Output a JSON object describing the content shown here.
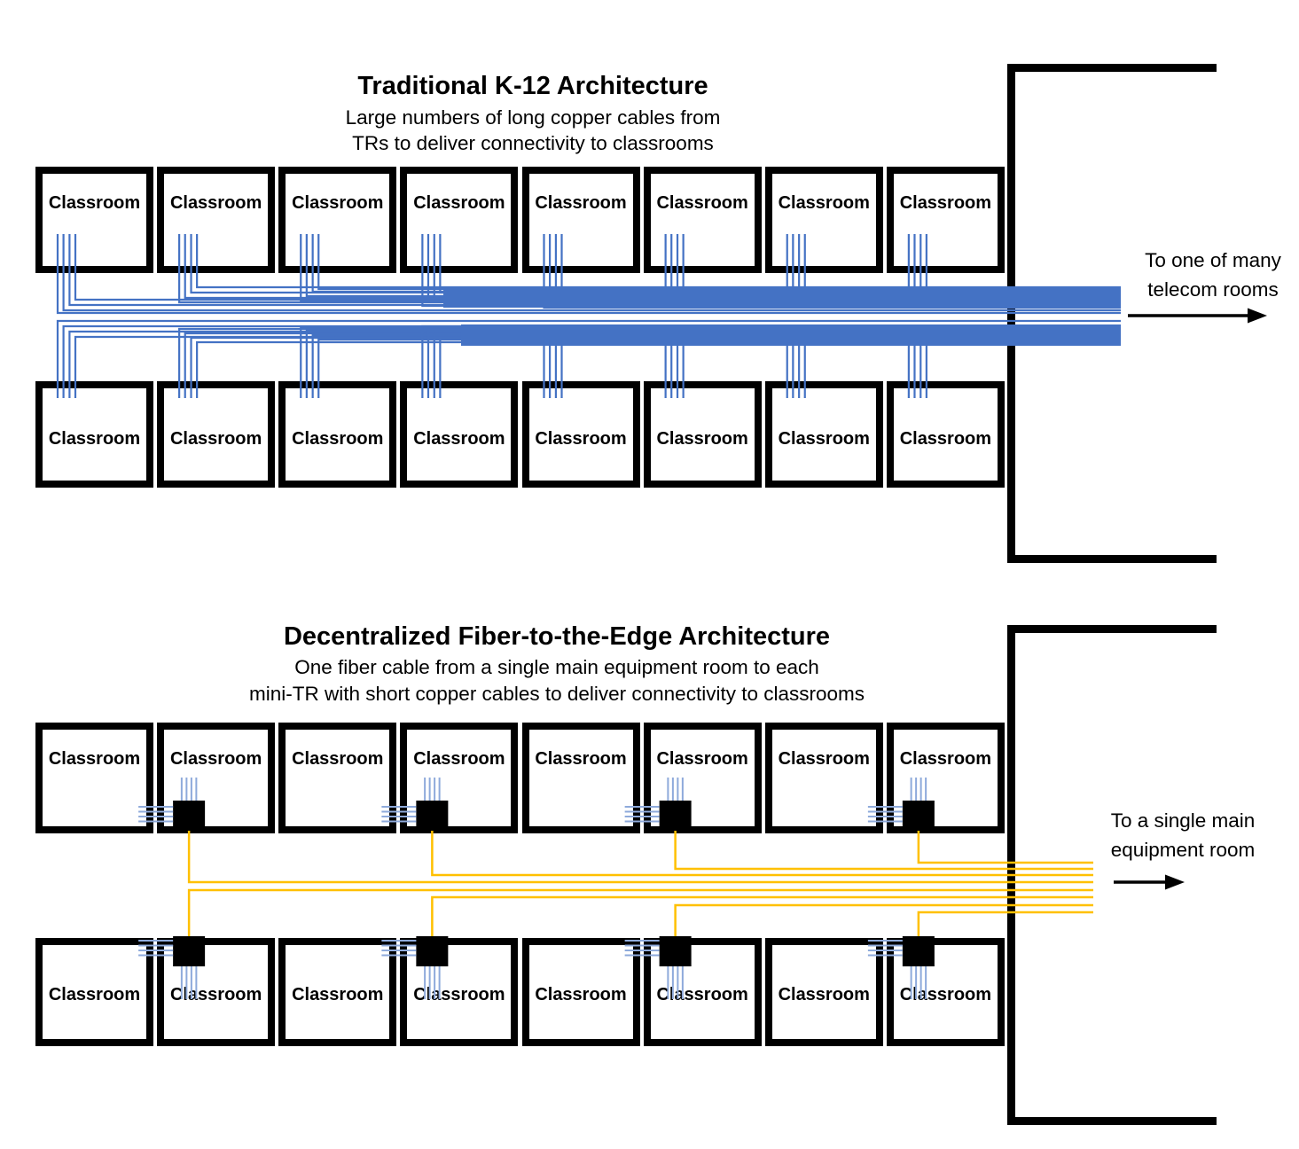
{
  "top_diagram": {
    "title": "Traditional K-12 Architecture",
    "subtitle_line1": "Large numbers of long copper cables from",
    "subtitle_line2": "TRs to deliver connectivity to classrooms",
    "classroom_label": "Classroom",
    "classrooms_per_row": 8,
    "rows": 2,
    "cables_per_classroom": 4,
    "destination_line1": "To one of many",
    "destination_line2": "telecom rooms",
    "cable_color": "#4472C4",
    "bundle_color": "#4472C4"
  },
  "bottom_diagram": {
    "title": "Decentralized Fiber-to-the-Edge Architecture",
    "subtitle_line1": "One fiber cable from a single main equipment room to each",
    "subtitle_line2": "mini-TR with short copper cables to deliver connectivity to classrooms",
    "classroom_label": "Classroom",
    "classrooms_per_row": 8,
    "rows": 2,
    "mini_tr_count": 8,
    "fibers_per_mini_tr": 1,
    "destination_line1": "To a single main",
    "destination_line2": "equipment room",
    "fiber_color": "#FFC000",
    "short_copper_color": "#8EAADB",
    "mini_tr_color": "#000000"
  },
  "wall_color": "#000000",
  "arrow_color": "#000000",
  "background_color": "#FFFFFF"
}
